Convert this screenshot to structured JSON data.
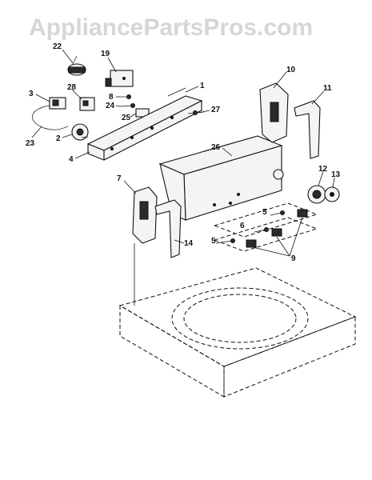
{
  "watermark": "AppliancePartsPros.com",
  "callouts": {
    "c1": "1",
    "c2": "2",
    "c3": "3",
    "c4": "4",
    "c5a": "5",
    "c5b": "5",
    "c6": "6",
    "c7": "7",
    "c8": "8",
    "c9": "9",
    "c10": "10",
    "c11": "11",
    "c12": "12",
    "c13": "13",
    "c14": "14",
    "c19": "19",
    "c22": "22",
    "c23": "23",
    "c24": "24",
    "c25": "25",
    "c26": "26",
    "c27": "27",
    "c28": "28"
  }
}
